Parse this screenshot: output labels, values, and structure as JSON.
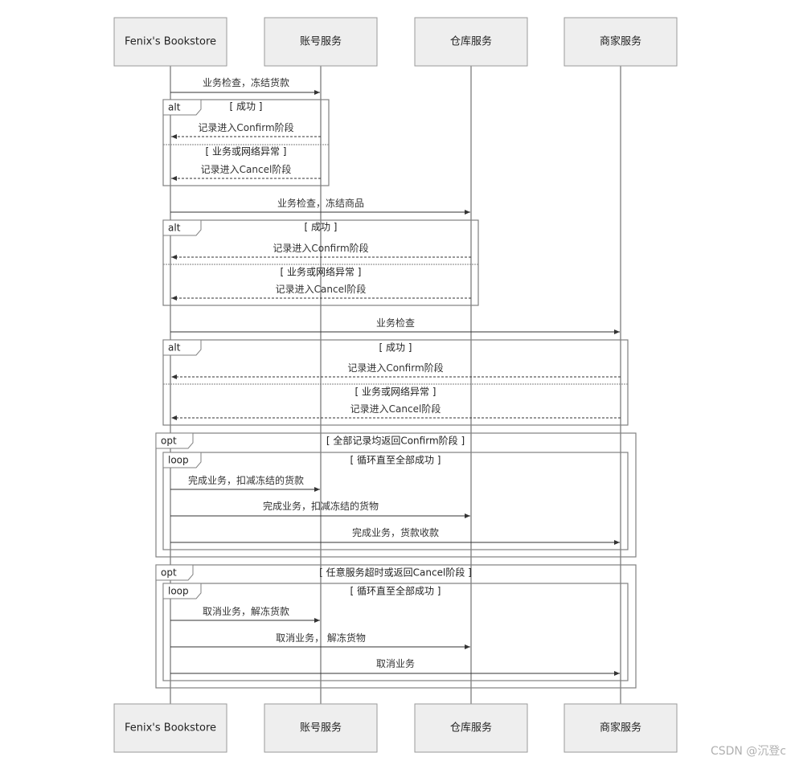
{
  "participants": [
    "Fenix's Bookstore",
    "账号服务",
    "仓库服务",
    "商家服务"
  ],
  "fragments": {
    "alt1": {
      "kind": "alt",
      "guard1": "[ 成功 ]",
      "guard2": "[ 业务或网络异常 ]"
    },
    "alt2": {
      "kind": "alt",
      "guard1": "[ 成功 ]",
      "guard2": "[ 业务或网络异常 ]"
    },
    "alt3": {
      "kind": "alt",
      "guard1": "[ 成功 ]",
      "guard2": "[ 业务或网络异常 ]"
    },
    "opt1": {
      "kind": "opt",
      "guard": "[ 全部记录均返回Confirm阶段 ]"
    },
    "loop1": {
      "kind": "loop",
      "guard": "[ 循环直至全部成功 ]"
    },
    "opt2": {
      "kind": "opt",
      "guard": "[ 任意服务超时或返回Cancel阶段 ]"
    },
    "loop2": {
      "kind": "loop",
      "guard": "[ 循环直至全部成功 ]"
    }
  },
  "messages": {
    "m1": "业务检查，冻结货款",
    "m2": "记录进入Confirm阶段",
    "m3": "记录进入Cancel阶段",
    "m4": "业务检查，冻结商品",
    "m5": "记录进入Confirm阶段",
    "m6": "记录进入Cancel阶段",
    "m7": "业务检查",
    "m8": "记录进入Confirm阶段",
    "m9": "记录进入Cancel阶段",
    "m10": "完成业务，扣减冻结的货款",
    "m11": "完成业务，扣减冻结的货物",
    "m12": "完成业务，货款收款",
    "m13": "取消业务，解冻货款",
    "m14": "取消业务， 解冻货物",
    "m15": "取消业务"
  },
  "watermark": "CSDN @沉登c"
}
